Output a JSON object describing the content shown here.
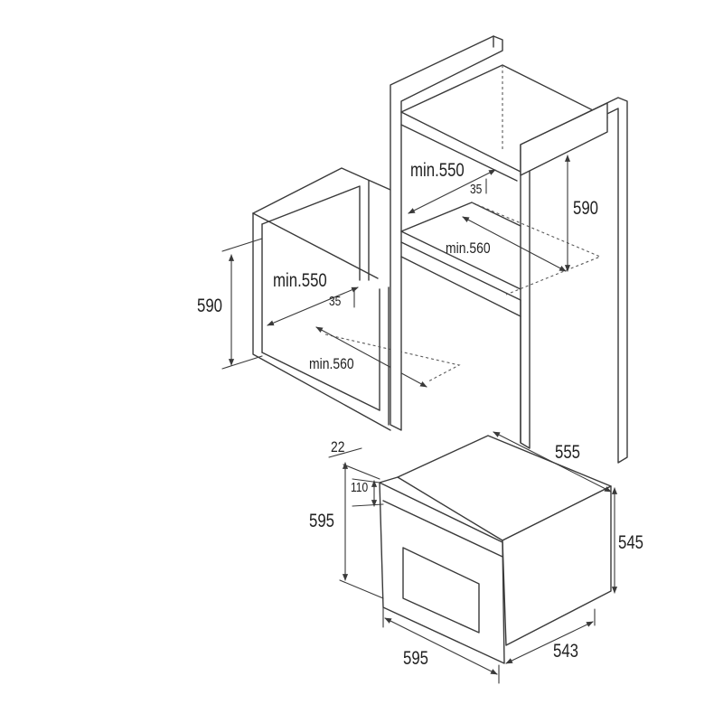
{
  "column_cabinet": {
    "upper_niche": {
      "width_label": "min.550",
      "gap_label": "35",
      "depth_label": "min.560",
      "height_label": "590"
    }
  },
  "wall_cabinet": {
    "niche": {
      "width_label": "min.550",
      "gap_label": "35",
      "depth_label": "min.560",
      "height_label": "590"
    }
  },
  "oven": {
    "top_offset_label": "22",
    "panel_label": "110",
    "front_height_label": "595",
    "depth_label": "555",
    "body_height_label": "545",
    "front_width_label": "595",
    "body_depth_label": "543"
  }
}
